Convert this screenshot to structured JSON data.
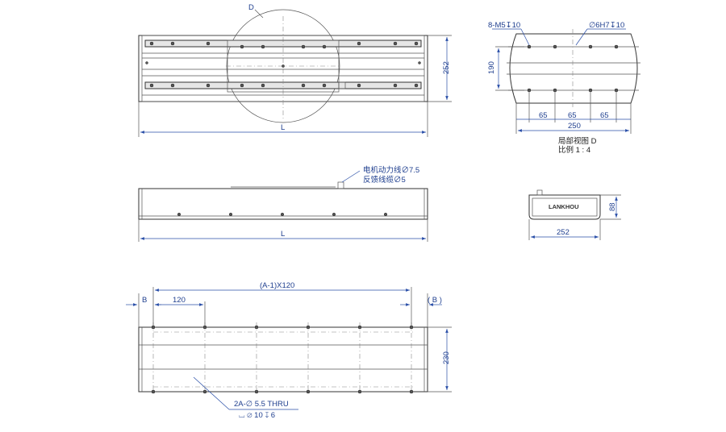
{
  "views": {
    "top": {
      "detail_label": "D",
      "length_label": "L",
      "height_label": "252"
    },
    "side": {
      "cable_note_1": "电机动力线∅7.5",
      "cable_note_2": "反馈线缆∅5",
      "length_label": "L"
    },
    "bottom": {
      "pitch_label": "(A-1)X120",
      "b_left": "B",
      "b_right": "( B )",
      "first_pitch": "120",
      "height_label": "230",
      "hole_note_1": "2A-∅ 5.5 THRU",
      "hole_note_2": "⌴ ∅ 10 ↧ 6"
    },
    "detail": {
      "thread_label": "8-M5↧10",
      "pin_label": "∅6H7↧10",
      "height_label": "190",
      "dims": [
        "65",
        "65",
        "65"
      ],
      "width_label": "250",
      "caption_1": "局部视图 D",
      "caption_2": "比例 1 : 4"
    },
    "end": {
      "brand": "LANKHOU",
      "height_label": "88",
      "width_label": "252"
    }
  },
  "colors": {
    "dimension": "#2a4fa8",
    "outline": "#333333"
  }
}
